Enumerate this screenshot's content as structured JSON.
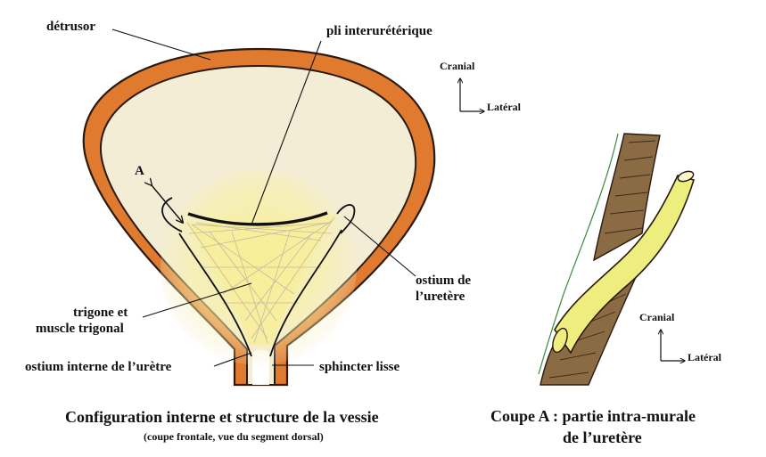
{
  "labels": {
    "detrusor": "détrusor",
    "pli": "pli interurétérique",
    "ostium_l1": "ostium de",
    "ostium_l2": "l’uretère",
    "trigone_l1": "trigone et",
    "trigone_l2": "muscle trigonal",
    "ostium_interne": "ostium interne de l’urètre",
    "sphincter": "sphincter lisse",
    "a_marker": "A"
  },
  "orientation_main": {
    "up": "Cranial",
    "right": "Latéral"
  },
  "orientation_section": {
    "up": "Cranial",
    "right": "Latéral"
  },
  "captions": {
    "main_title": "Configuration interne et structure de la vessie",
    "main_subtitle": "(coupe frontale, vue du segment dorsal)",
    "section_l1": "Coupe A : partie intra-murale",
    "section_l2": "de l’uretère"
  },
  "colors": {
    "detrusor_wall": "#e07a2e",
    "lumen": "#f3edd6",
    "trigone": "#f7ee9a",
    "ureter": "#eeee7e",
    "muscle_section": "#8b6b43"
  }
}
